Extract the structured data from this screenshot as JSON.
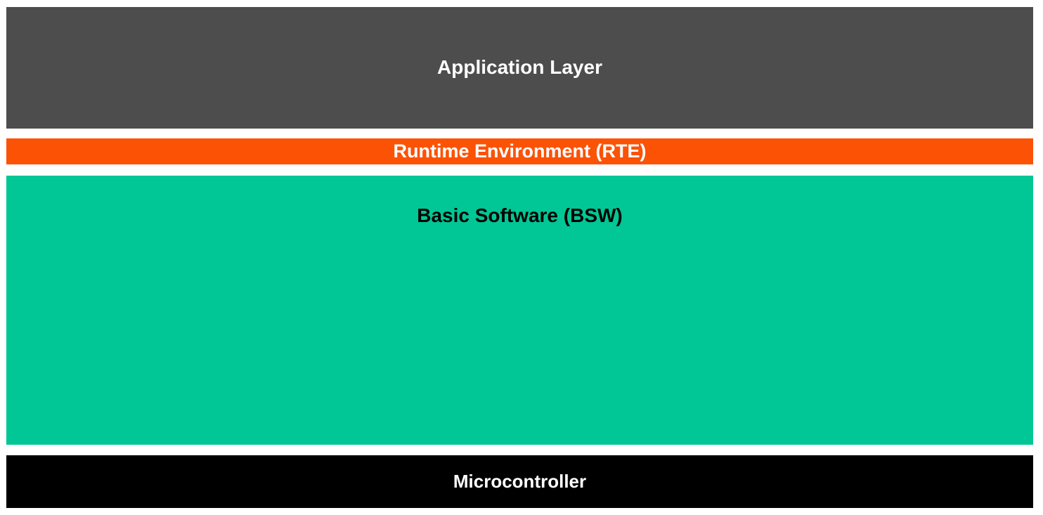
{
  "layers": [
    {
      "id": "application-layer",
      "label": "Application Layer",
      "bg": "#4D4D4D",
      "text_color": "#FFFFFF"
    },
    {
      "id": "runtime-environment",
      "label": "Runtime Environment (RTE)",
      "bg": "#FC5206",
      "text_color": "#FFFFFF"
    },
    {
      "id": "basic-software",
      "label": "Basic Software (BSW)",
      "bg": "#00C795",
      "text_color": "#000000"
    },
    {
      "id": "microcontroller",
      "label": "Microcontroller",
      "bg": "#000000",
      "text_color": "#FFFFFF"
    }
  ]
}
